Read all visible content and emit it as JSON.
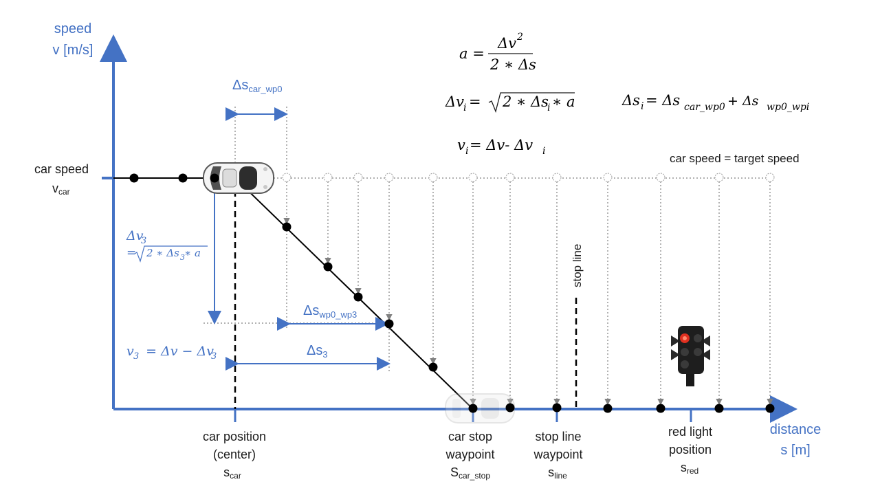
{
  "axes": {
    "y_label_1": "speed",
    "y_label_2": "v [m/s]",
    "x_label_1": "distance",
    "x_label_2": "s [m]"
  },
  "formulas": {
    "accel": {
      "lhs": "a =",
      "num": "Δv",
      "num_sup": "2",
      "den": "2 ∗ Δs"
    },
    "dvi": {
      "lhs": "Δv",
      "lhs_sub": "i",
      "eq": " = ",
      "rad": "2 ∗ Δs",
      "rad_sub": "i",
      "rad_tail": " ∗ a"
    },
    "dsi": {
      "lhs": "Δs",
      "lhs_sub": "i",
      "eq": " = Δs",
      "s1": "car_wp0",
      "plus": "+ Δs",
      "s2": "wp0_wpi"
    },
    "vi": {
      "lhs": "v",
      "lhs_sub": "i",
      "mid": " =  Δv- Δv",
      "sub": "i"
    }
  },
  "labels": {
    "target": "car speed = target speed",
    "car_speed": "car speed",
    "vcar_main": "v",
    "vcar_sub": "car",
    "ds_car_main": "Δs",
    "ds_car_sub": "car_wp0",
    "dv3_1_main": "Δv",
    "dv3_1_sub": "3",
    "dv3_2_pre": "= ",
    "dv3_2_rad": "2 ∗ Δs",
    "dv3_2_sub": "3",
    "dv3_2_tail": " ∗ a",
    "ds_wp_main": "Δs",
    "ds_wp_sub": "wp0_wp3",
    "ds3_main": "Δs",
    "ds3_sub": "3",
    "v3_main": "v",
    "v3_sub": "3",
    "v3_mid": "  = Δv − Δv",
    "v3_sub2": "3",
    "stop_line": "stop line",
    "car_pos_1": "car position",
    "car_pos_2": "(center)",
    "scar_main": "s",
    "scar_sub": "car",
    "stop_wp_1": "car stop",
    "stop_wp_2": "waypoint",
    "sstop_main": "S",
    "sstop_sub": "car_stop",
    "line_wp_1": "stop line",
    "line_wp_2": "waypoint",
    "sline_main": "s",
    "sline_sub": "line",
    "red_1": "red light",
    "red_2": "position",
    "sred_main": "s",
    "sred_sub": "red"
  },
  "colors": {
    "blue": "#4472c4",
    "black": "#000000",
    "gray": "#808080",
    "red": "#e03020"
  }
}
